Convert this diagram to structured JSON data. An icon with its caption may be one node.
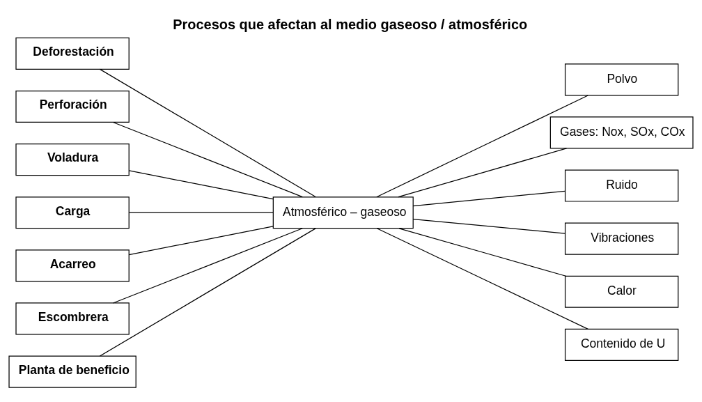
{
  "diagram": {
    "title": "Procesos que afectan al medio gaseoso / atmosférico",
    "nodes": [
      {
        "text": [
          "Deforestación"
        ]
      },
      {
        "text": [
          "Perforación"
        ]
      },
      {
        "text": [
          "Voladura"
        ]
      },
      {
        "text": [
          "Carga"
        ]
      },
      {
        "text": [
          "Acarreo"
        ]
      },
      {
        "text": [
          "Escombrera"
        ]
      },
      {
        "text": [
          "Planta de beneficio"
        ]
      },
      {
        "text": [
          "Atmosférico – gaseoso"
        ]
      },
      {
        "text": [
          "Polvo"
        ]
      },
      {
        "text": [
          "Gases: Nox, SOx, COx"
        ]
      },
      {
        "text": [
          "Ruido"
        ]
      },
      {
        "text": [
          "Vibraciones"
        ]
      },
      {
        "text": [
          "Calor"
        ]
      },
      {
        "text": [
          "Contenido de U"
        ]
      }
    ],
    "edges": [
      {
        "from": 0,
        "to": 7,
        "arrow": "none"
      },
      {
        "from": 1,
        "to": 7,
        "arrow": "none"
      },
      {
        "from": 2,
        "to": 7,
        "arrow": "none"
      },
      {
        "from": 3,
        "to": 7,
        "arrow": "none"
      },
      {
        "from": 4,
        "to": 7,
        "arrow": "none"
      },
      {
        "from": 5,
        "to": 7,
        "arrow": "none"
      },
      {
        "from": 6,
        "to": 7,
        "arrow": "none"
      },
      {
        "from": 7,
        "to": 8,
        "arrow": "none"
      },
      {
        "from": 7,
        "to": 9,
        "arrow": "none"
      },
      {
        "from": 7,
        "to": 10,
        "arrow": "none"
      },
      {
        "from": 7,
        "to": 11,
        "arrow": "none"
      },
      {
        "from": 7,
        "to": 12,
        "arrow": "none"
      },
      {
        "from": 7,
        "to": 13,
        "arrow": "none"
      }
    ]
  }
}
